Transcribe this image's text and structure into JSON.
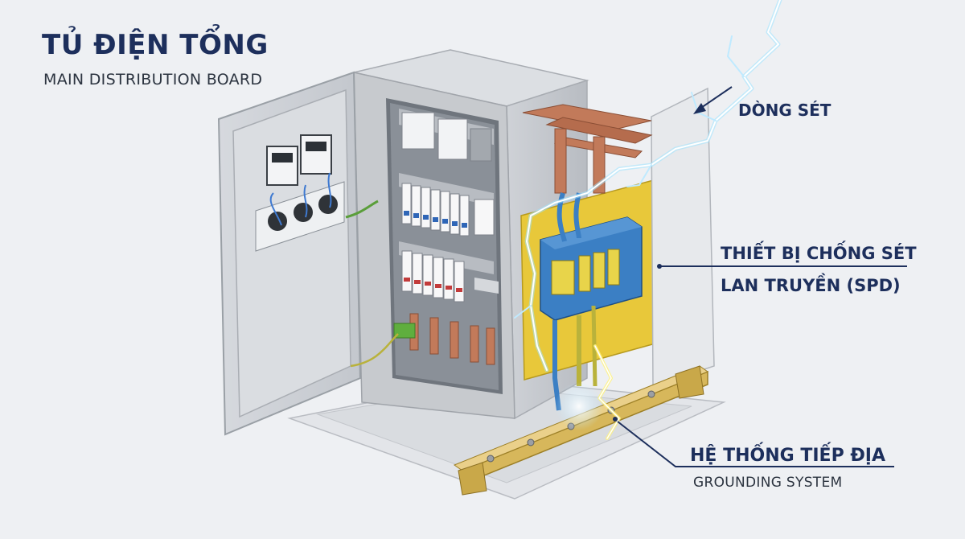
{
  "title": "TỦ ĐIỆN TỔNG",
  "subtitle": "MAIN DISTRIBUTION BOARD",
  "labels": {
    "lightning": "DÒNG SÉT",
    "spd_line1": "THIẾT BỊ CHỐNG SÉT",
    "spd_line2": "LAN TRUYỀN (SPD)",
    "grounding": "HỆ THỐNG TIẾP ĐỊA",
    "grounding_en": "GROUNDING SYSTEM"
  },
  "colors": {
    "title": "#1d2f5c",
    "cabinet": "#c9ccd1",
    "spd": "#3b7fc4",
    "backplate": "#e8c83a",
    "busbar": "#c27a5a",
    "lightning": "#6fd3ff",
    "ground_bar": "#d7b75b"
  }
}
